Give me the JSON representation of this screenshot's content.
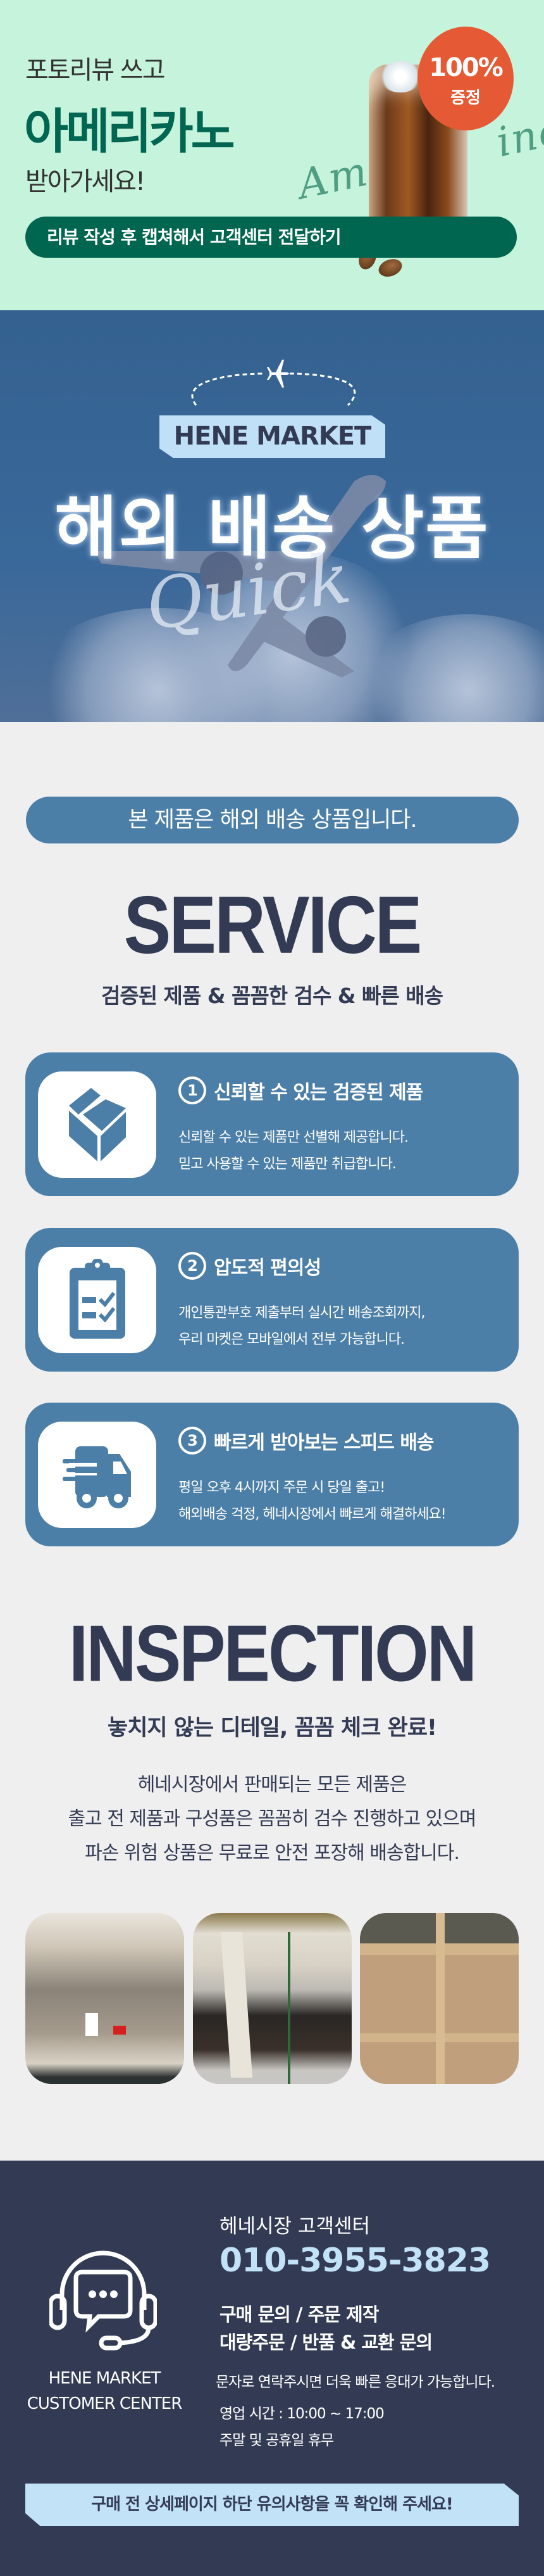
{
  "promo": {
    "line1": "포토리뷰 쓰고",
    "line2": "아메리카노",
    "line3": "받아가세요!",
    "script_text_left": "Ame",
    "script_text_right": "ino",
    "badge_percent": "100%",
    "badge_label": "증정",
    "pill": "리뷰 작성 후 캡쳐해서 고객센터 전달하기"
  },
  "banner": {
    "brand": "HENE MARKET",
    "title": "해외 배송 상품",
    "script": "Quick"
  },
  "service": {
    "notice": "본 제품은 해외 배송 상품입니다.",
    "heading": "SERVICE",
    "subheading": "검증된 제품 & 꼼꼼한 검수 & 빠른 배송",
    "cards": [
      {
        "num": "1",
        "icon": "box-icon",
        "title": "신뢰할 수 있는 검증된 제품",
        "lines": [
          "신뢰할 수 있는 제품만 선별해 제공합니다.",
          "믿고 사용할 수 있는 제품만 취급합니다."
        ]
      },
      {
        "num": "2",
        "icon": "clipboard-check-icon",
        "title": "압도적 편의성",
        "lines": [
          "개인통관부호 제출부터 실시간 배송조회까지,",
          "우리 마켓은 모바일에서 전부 가능합니다."
        ]
      },
      {
        "num": "3",
        "icon": "delivery-truck-icon",
        "title": "빠르게 받아보는 스피드 배송",
        "lines": [
          "평일 오후 4시까지 주문 시 당일 출고!",
          "해외배송 걱정, 헤네시장에서 빠르게 해결하세요!"
        ]
      }
    ]
  },
  "inspection": {
    "heading": "INSPECTION",
    "subheading": "놓치지 않는 디테일, 꼼꼼 체크 완료!",
    "paragraph": [
      "헤네시장에서 판매되는 모든 제품은",
      "출고 전 제품과 구성품은 꼼꼼히 검수 진행하고 있으며",
      "파손 위험 상품은 무료로 안전 포장해 배송합니다."
    ]
  },
  "footer": {
    "center_title": "헤네시장 고객센터",
    "phone": "010-3955-3823",
    "services_line1": "구매 문의 / 주문 제작",
    "services_line2": "대량주문 / 반품 & 교환 문의",
    "sms_note": "문자로 연락주시면 더욱 빠른 응대가 가능합니다.",
    "hours": "영업 시간 : 10:00 ~ 17:00",
    "closed": "주말 및 공휴일 휴무",
    "brand_line1": "HENE MARKET",
    "brand_line2": "CUSTOMER CENTER",
    "warning": "구매 전 상세페이지 하단 유의사항을 꼭 확인해 주세요!"
  },
  "colors": {
    "mint": "#c5f3dc",
    "green": "#006652",
    "orange": "#e55a34",
    "steel_blue": "#4c7fa7",
    "navy": "#333b54",
    "light_blue": "#c2e2f8"
  }
}
